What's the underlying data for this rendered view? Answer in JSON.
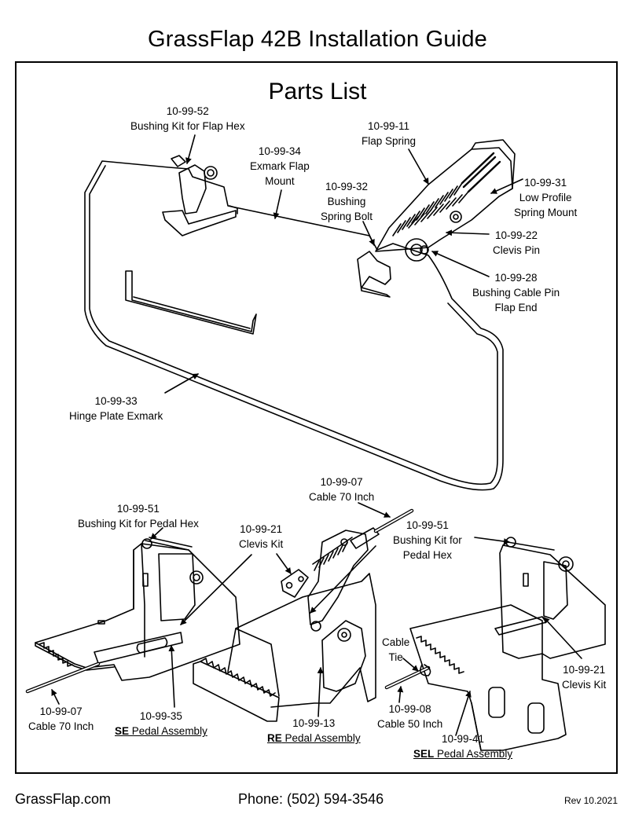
{
  "page": {
    "title": "GrassFlap 42B Installation Guide",
    "subtitle": "Parts List"
  },
  "parts": {
    "bushing_flap_hex": {
      "number": "10-99-52",
      "name": "Bushing Kit for Flap Hex"
    },
    "flap_spring": {
      "number": "10-99-11",
      "name": "Flap Spring"
    },
    "exmark_flap_mount": {
      "number": "10-99-34",
      "name_line1": "Exmark Flap",
      "name_line2": "Mount"
    },
    "bushing_spring_bolt": {
      "number": "10-99-32",
      "name_line1": "Bushing",
      "name_line2": "Spring Bolt"
    },
    "low_profile_spring_mount": {
      "number": "10-99-31",
      "name_line1": "Low Profile",
      "name_line2": "Spring Mount"
    },
    "clevis_pin": {
      "number": "10-99-22",
      "name": "Clevis Pin"
    },
    "bushing_cable_pin": {
      "number": "10-99-28",
      "name_line1": "Bushing Cable Pin",
      "name_line2": "Flap End"
    },
    "hinge_plate": {
      "number": "10-99-33",
      "name": "Hinge Plate Exmark"
    },
    "cable_70_top": {
      "number": "10-99-07",
      "name": "Cable 70 Inch"
    },
    "bushing_pedal_hex_left": {
      "number": "10-99-51",
      "name": "Bushing Kit for Pedal Hex"
    },
    "clevis_kit_mid": {
      "number": "10-99-21",
      "name": "Clevis Kit"
    },
    "bushing_pedal_hex_right": {
      "number": "10-99-51",
      "name_line1": "Bushing Kit for",
      "name_line2": "Pedal Hex"
    },
    "cable_tie": {
      "name_line1": "Cable",
      "name_line2": "Tie"
    },
    "clevis_kit_right": {
      "number": "10-99-21",
      "name": "Clevis Kit"
    },
    "cable_70_left": {
      "number": "10-99-07",
      "name": "Cable 70 Inch"
    },
    "se_pedal": {
      "number": "10-99-35",
      "code": "SE",
      "name": " Pedal Assembly"
    },
    "re_pedal": {
      "number": "10-99-13",
      "code": "RE",
      "name": " Pedal Assembly"
    },
    "cable_50": {
      "number": "10-99-08",
      "name": "Cable 50 Inch"
    },
    "sel_pedal": {
      "number": "10-99-41",
      "code": "SEL",
      "name": " Pedal Assembly"
    }
  },
  "footer": {
    "website": "GrassFlap.com",
    "phone": "Phone: (502) 594-3546",
    "revision": "Rev 10.2021"
  }
}
